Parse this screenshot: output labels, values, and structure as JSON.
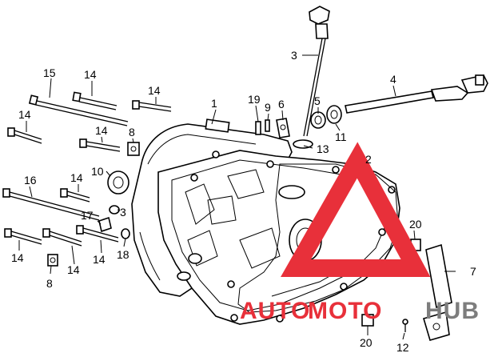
{
  "callouts": [
    "1",
    "2",
    "3",
    "4",
    "5",
    "6",
    "7",
    "8",
    "9",
    "10",
    "11",
    "12",
    "13",
    "14",
    "15",
    "16",
    "17",
    "18",
    "19",
    "20"
  ],
  "labels": {
    "c1": "1",
    "c2": "2",
    "c3": "3",
    "c4": "4",
    "c5": "5",
    "c6": "6",
    "c7": "7",
    "c8a": "8",
    "c8b": "8",
    "c9": "9",
    "c10": "10",
    "c11": "11",
    "c12": "12",
    "c13": "13",
    "c14a": "14",
    "c14b": "14",
    "c14c": "14",
    "c14d": "14",
    "c14e": "14",
    "c14f": "14",
    "c14g": "14",
    "c15": "15",
    "c16": "16",
    "c17": "17",
    "c18": "18",
    "c19": "19",
    "c20a": "20",
    "c20b": "20"
  },
  "watermark": {
    "text_a": "AUTO",
    "text_b": "MOTO",
    "text_c": "HUB",
    "color_red": "#e8303a",
    "color_gray": "#7d7d7d"
  }
}
